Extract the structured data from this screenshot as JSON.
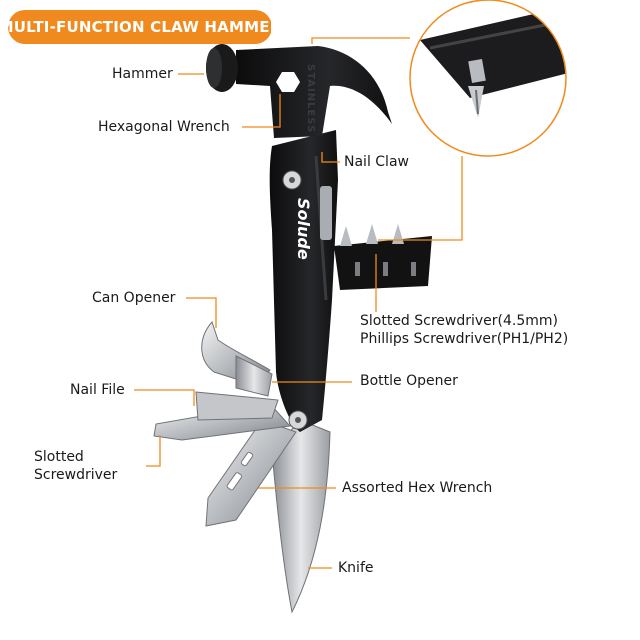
{
  "title": "MULTI-FUNCTION CLAW HAMMER",
  "brand": "Solude",
  "engraving": "STAINLESS",
  "accent_color": "#f08a1e",
  "tool_color": "#1b1b1d",
  "labels": {
    "hammer": "Hammer",
    "hex_wrench": "Hexagonal Wrench",
    "nail_claw": "Nail Claw",
    "can_opener": "Can Opener",
    "slotted_phillips_line1": "Slotted Screwdriver(4.5mm)",
    "slotted_phillips_line2": "Phillips Screwdriver(PH1/PH2)",
    "bottle_opener": "Bottle Opener",
    "nail_file": "Nail File",
    "slotted_screwdriver_line1": "Slotted",
    "slotted_screwdriver_line2": "Screwdriver",
    "assorted_hex": "Assorted Hex Wrench",
    "knife": "Knife"
  }
}
